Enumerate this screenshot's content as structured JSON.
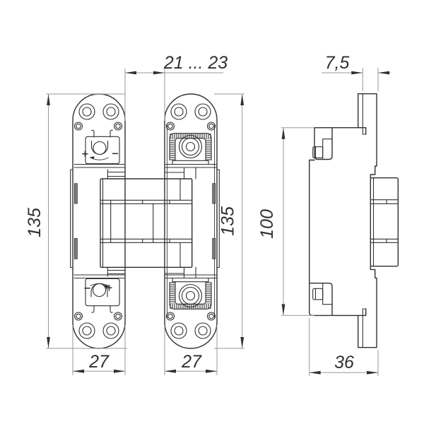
{
  "title": "Concealed hinge technical drawing, two orthographic views",
  "colors": {
    "background": "#ffffff",
    "outline": "#303030",
    "dimension_lines": "#9a9a9a",
    "text": "#303030"
  },
  "views": {
    "front": {
      "name": "front view - two hinge wings with mounting holes and adjustment screws"
    },
    "side": {
      "name": "side profile view - mortise body with faceplate"
    }
  },
  "dimensions": {
    "gap": {
      "label": "21 ... 23"
    },
    "plate_thickness": {
      "label": "7,5"
    },
    "height_left": {
      "label": "135"
    },
    "height_right": {
      "label": "135"
    },
    "body_height": {
      "label": "100"
    },
    "wing_left_width": {
      "label": "27"
    },
    "wing_right_width": {
      "label": "27"
    },
    "depth": {
      "label": "36"
    }
  },
  "annotations": {
    "top_unit": {
      "left": "+",
      "right": "−"
    },
    "bottom_unit": {
      "left": "−",
      "right": "+"
    }
  }
}
